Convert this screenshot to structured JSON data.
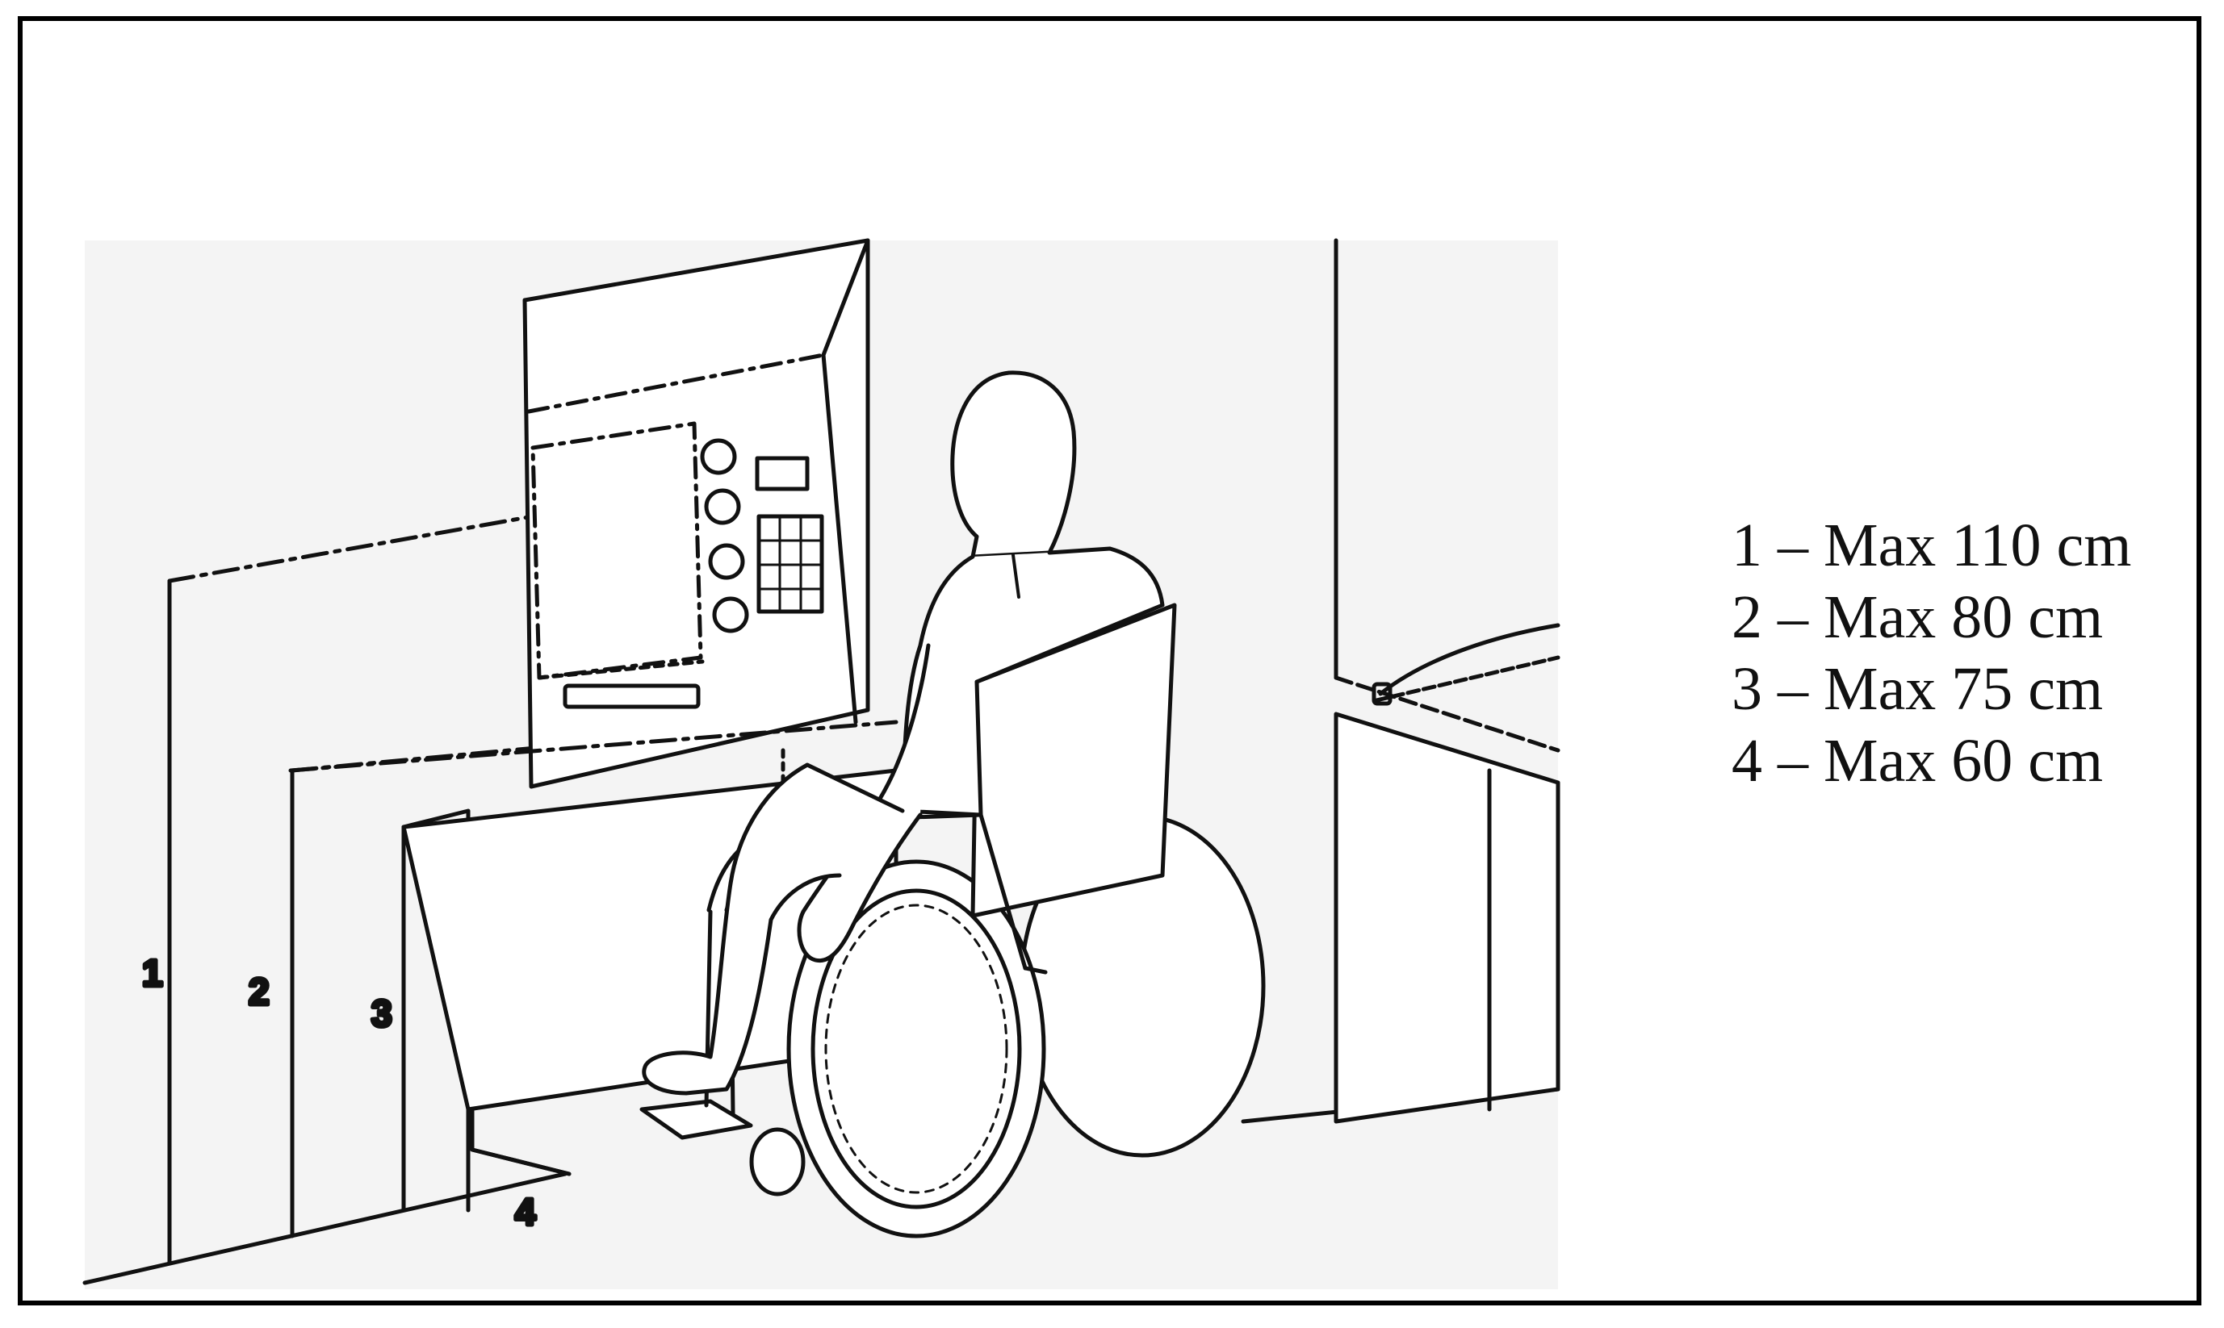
{
  "dimension_markers": [
    "1",
    "2",
    "3",
    "4"
  ],
  "legend": [
    {
      "text": "1 – Max 110 cm"
    },
    {
      "text": "2 – Max 80 cm"
    },
    {
      "text": "3 – Max 75 cm"
    },
    {
      "text": "4 – Max 60 cm"
    }
  ]
}
